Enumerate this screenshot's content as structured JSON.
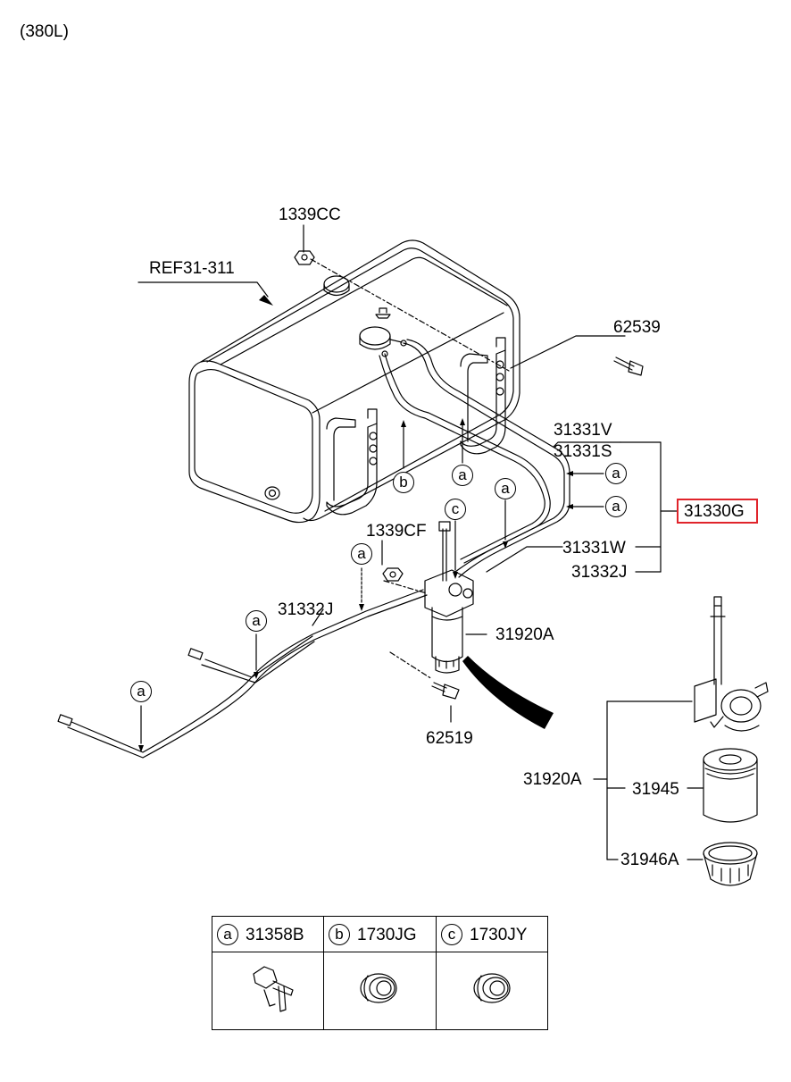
{
  "variant": "(380L)",
  "labels": {
    "ref": "REF31-311",
    "p1339cc": "1339CC",
    "p62539": "62539",
    "p31331v": "31331V",
    "p31331s": "31331S",
    "p31330g": "31330G",
    "p1339cf": "1339CF",
    "p31331w": "31331W",
    "p31332j_right": "31332J",
    "p31332j_left": "31332J",
    "p31920a": "31920A",
    "p62519": "62519",
    "p31920a_detail": "31920A",
    "p31945": "31945",
    "p31946a": "31946A"
  },
  "callouts": {
    "a": "a",
    "b": "b",
    "c": "c"
  },
  "legend": {
    "items": [
      {
        "letter": "a",
        "part": "31358B"
      },
      {
        "letter": "b",
        "part": "1730JG"
      },
      {
        "letter": "c",
        "part": "1730JY"
      }
    ]
  },
  "colors": {
    "highlight": "#e0242b",
    "line": "#000000",
    "arrow_fill": "#000000"
  },
  "icons": [
    "fuel-tank",
    "fuel-filter-assembly",
    "filter-cartridge",
    "filter-bowl",
    "clip",
    "grommet",
    "bolt",
    "nut",
    "fuel-line"
  ]
}
